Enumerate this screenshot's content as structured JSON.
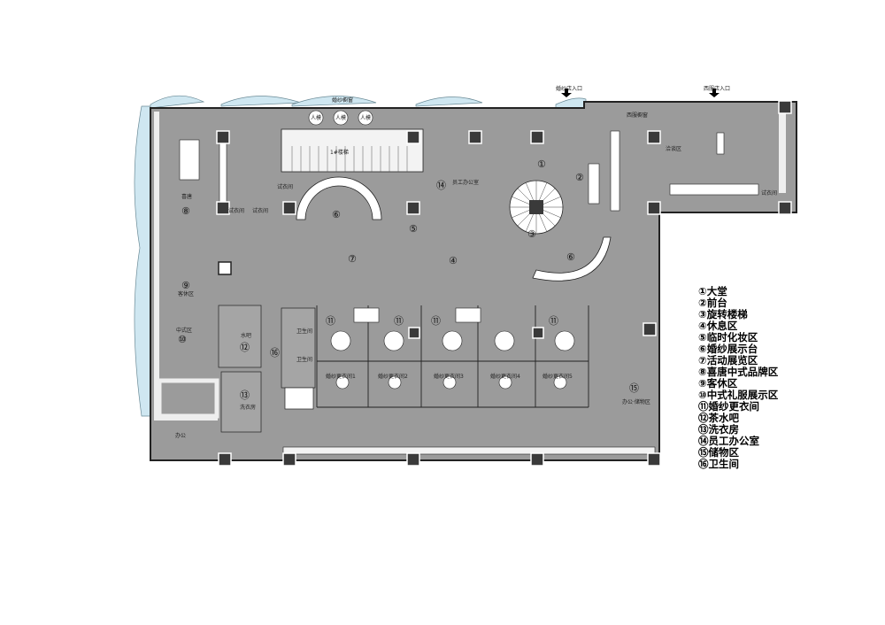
{
  "legend": [
    "①大堂",
    "②前台",
    "③旋转楼梯",
    "④休息区",
    "⑤临时化妆区",
    "⑥婚纱展示台",
    "⑦活动展览区",
    "⑧喜唐中式品牌区",
    "⑨客休区",
    "⑩中式礼服展示区",
    "⑪婚纱更衣间",
    "⑫茶水吧",
    "⑬洗衣房",
    "⑭员工办公室",
    "⑮储物区",
    "⑯卫生间"
  ],
  "plan_labels": {
    "bridal_window": "婚纱橱窗",
    "bridal_entrance": "婚纱店入口",
    "suit_entrance": "西服店入口",
    "suit_window": "西服橱窗",
    "stairs": "1#楼梯",
    "staff_office": "员工办公室",
    "xitang": "喜唐",
    "guest_rest": "客休区",
    "chinese_area": "中式区",
    "water_bar": "水吧",
    "laundry": "洗衣房",
    "toilet_1": "卫生间",
    "toilet_2": "卫生间",
    "fitting_a": "试衣间",
    "fitting_b": "试衣间",
    "fitting_c": "试衣间",
    "fitting_d": "试衣间",
    "negotiation": "洽谈区",
    "office_left": "办公",
    "office_storage": "办公·储物区",
    "room_1": "婚纱更衣间1",
    "room_2": "婚纱更衣间2",
    "room_3": "婚纱更衣间3",
    "room_4": "婚纱更衣间4",
    "room_5": "婚纱更衣间5",
    "model_1": "人模",
    "model_2": "人模",
    "model_3": "人模"
  },
  "plan_numbers": {
    "n1": "①",
    "n2": "②",
    "n3": "③",
    "n4": "④",
    "n5": "⑤",
    "n6a": "⑥",
    "n6b": "⑥",
    "n7": "⑦",
    "n8": "⑧",
    "n9": "⑨",
    "n10": "⑩",
    "n11a": "⑪",
    "n11b": "⑪",
    "n11c": "⑪",
    "n11d": "⑪",
    "n12": "⑫",
    "n13": "⑬",
    "n14": "⑭",
    "n15": "⑮",
    "n16": "⑯"
  },
  "colors": {
    "floor": "#9b9b9b",
    "glass": "#cfe7f1",
    "column": "#3a3a3a",
    "wall": "#222222"
  }
}
